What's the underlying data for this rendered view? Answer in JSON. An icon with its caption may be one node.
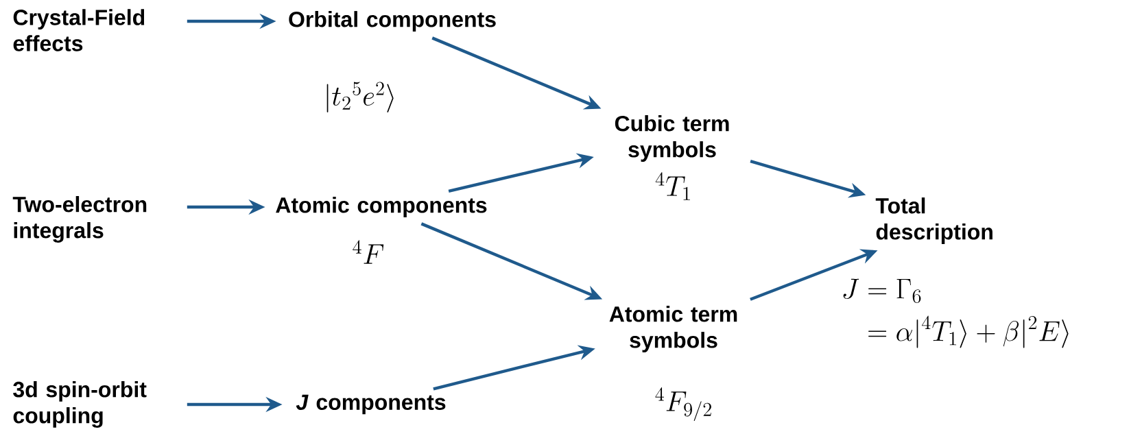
{
  "diagram": {
    "nodes": [
      {
        "text": [
          "Crystal-Field effects"
        ]
      },
      {
        "text": [
          "Orbital components",
          "|{t_2}^5e^2\\rangle"
        ]
      },
      {
        "text": [
          "Two-electron integrals"
        ]
      },
      {
        "text": [
          "Atomic components",
          "{}^4F"
        ]
      },
      {
        "text": [
          "3d spin-orbit coupling"
        ]
      },
      {
        "text": [
          "*J* components"
        ]
      },
      {
        "text": [
          "Cubic term symbols",
          "{}^4T_1"
        ]
      },
      {
        "text": [
          "Atomic term symbols",
          "{}^4F_{9/2}"
        ]
      },
      {
        "text": [
          "Total description",
          "\\begin{aligned}J&=\\Gamma_6\\\\&=\\alpha|{}^4T_1\\rangle+\\beta|{}^2E\\rangle\\end{aligned}"
        ]
      }
    ],
    "edges": [
      {
        "from": 0,
        "to": 1,
        "arrow": "to"
      },
      {
        "from": 2,
        "to": 3,
        "arrow": "to"
      },
      {
        "from": 4,
        "to": 5,
        "arrow": "to"
      },
      {
        "from": 1,
        "to": 6,
        "arrow": "to"
      },
      {
        "from": 3,
        "to": 6,
        "arrow": "to"
      },
      {
        "from": 3,
        "to": 7,
        "arrow": "to"
      },
      {
        "from": 5,
        "to": 7,
        "arrow": "to"
      },
      {
        "from": 6,
        "to": 8,
        "arrow": "to"
      },
      {
        "from": 7,
        "to": 8,
        "arrow": "to"
      }
    ]
  }
}
